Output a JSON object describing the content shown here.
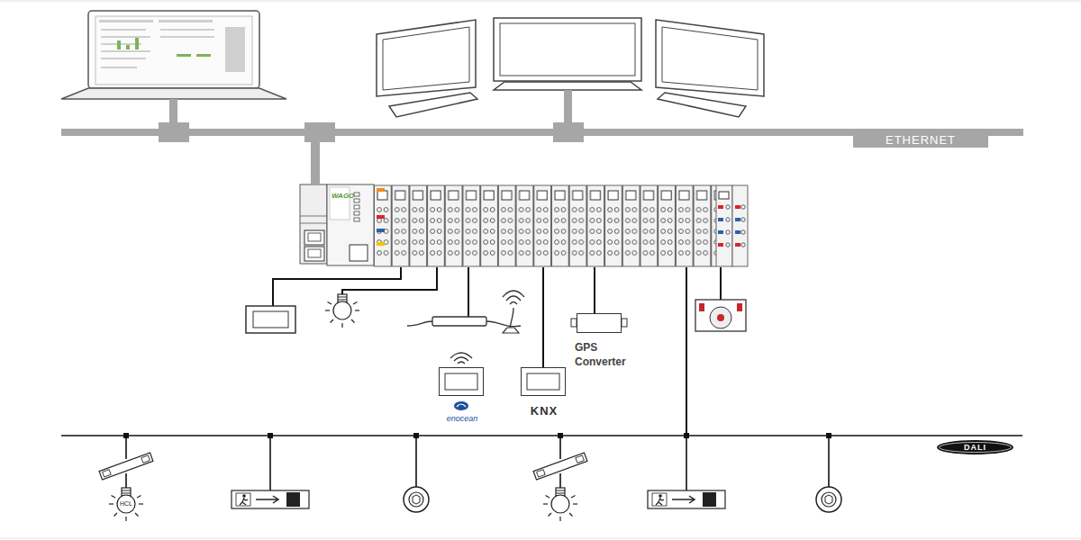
{
  "diagram": {
    "nodes": [
      {
        "text": [
          "ETHERNET"
        ]
      },
      {
        "text": [
          "WAGO"
        ]
      },
      {
        "text": [
          "GPS Converter"
        ]
      },
      {
        "text": [
          "enocean"
        ]
      },
      {
        "text": [
          "KNX"
        ]
      },
      {
        "text": [
          "DALI"
        ]
      }
    ],
    "edges": [
      {
        "from": 0,
        "to": 1,
        "arrow": "none"
      },
      {
        "from": 1,
        "to": 2,
        "arrow": "none"
      },
      {
        "from": 1,
        "to": 4,
        "arrow": "none"
      }
    ],
    "labels": [
      "HCL"
    ]
  }
}
